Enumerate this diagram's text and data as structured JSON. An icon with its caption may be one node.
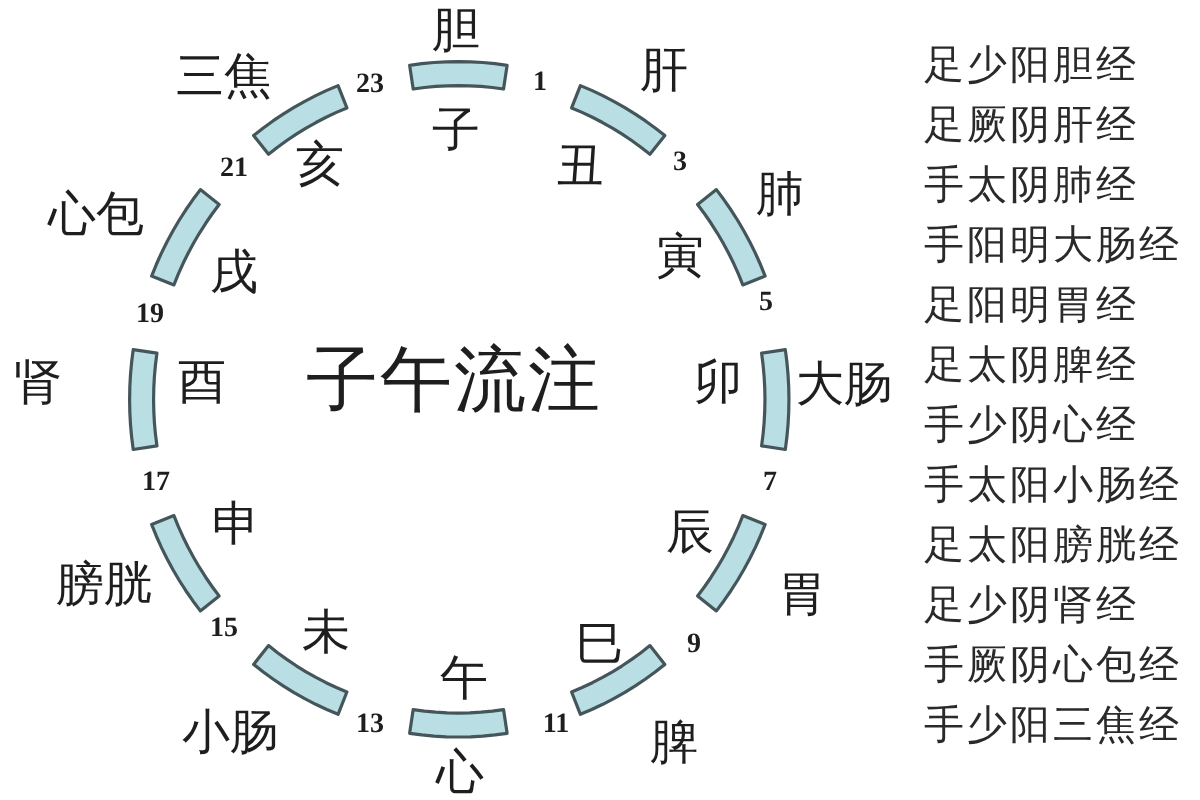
{
  "diagram": {
    "title": "子午流注",
    "nodes": [
      {
        "text": [],
        "shape": "bar",
        "beside": [
          "子",
          "胆"
        ]
      },
      {
        "text": [],
        "shape": "bar",
        "beside": [
          "丑",
          "肝"
        ]
      },
      {
        "text": [],
        "shape": "bar",
        "beside": [
          "寅",
          "肺"
        ]
      },
      {
        "text": [],
        "shape": "bar",
        "beside": [
          "卯",
          "大肠"
        ]
      },
      {
        "text": [],
        "shape": "bar",
        "beside": [
          "辰",
          "胃"
        ]
      },
      {
        "text": [],
        "shape": "bar",
        "beside": [
          "巳",
          "脾"
        ]
      },
      {
        "text": [],
        "shape": "bar",
        "beside": [
          "午",
          "心"
        ]
      },
      {
        "text": [],
        "shape": "bar",
        "beside": [
          "未",
          "小肠"
        ]
      },
      {
        "text": [],
        "shape": "bar",
        "beside": [
          "申",
          "膀胱"
        ]
      },
      {
        "text": [],
        "shape": "bar",
        "beside": [
          "酉",
          "肾"
        ]
      },
      {
        "text": [],
        "shape": "bar",
        "beside": [
          "戌",
          "心包"
        ]
      },
      {
        "text": [],
        "shape": "bar",
        "beside": [
          "亥",
          "三焦"
        ]
      }
    ],
    "labels": [
      "1",
      "3",
      "5",
      "7",
      "9",
      "11",
      "13",
      "15",
      "17",
      "19",
      "21",
      "23",
      "足少阳胆经",
      "足厥阴肝经",
      "手太阴肺经",
      "手阳明大肠经",
      "足阳明胃经",
      "足太阴脾经",
      "手少阴心经",
      "手太阳小肠经",
      "足太阳膀胱经",
      "足少阴肾经",
      "手厥阴心包经",
      "手少阳三焦经"
    ]
  }
}
